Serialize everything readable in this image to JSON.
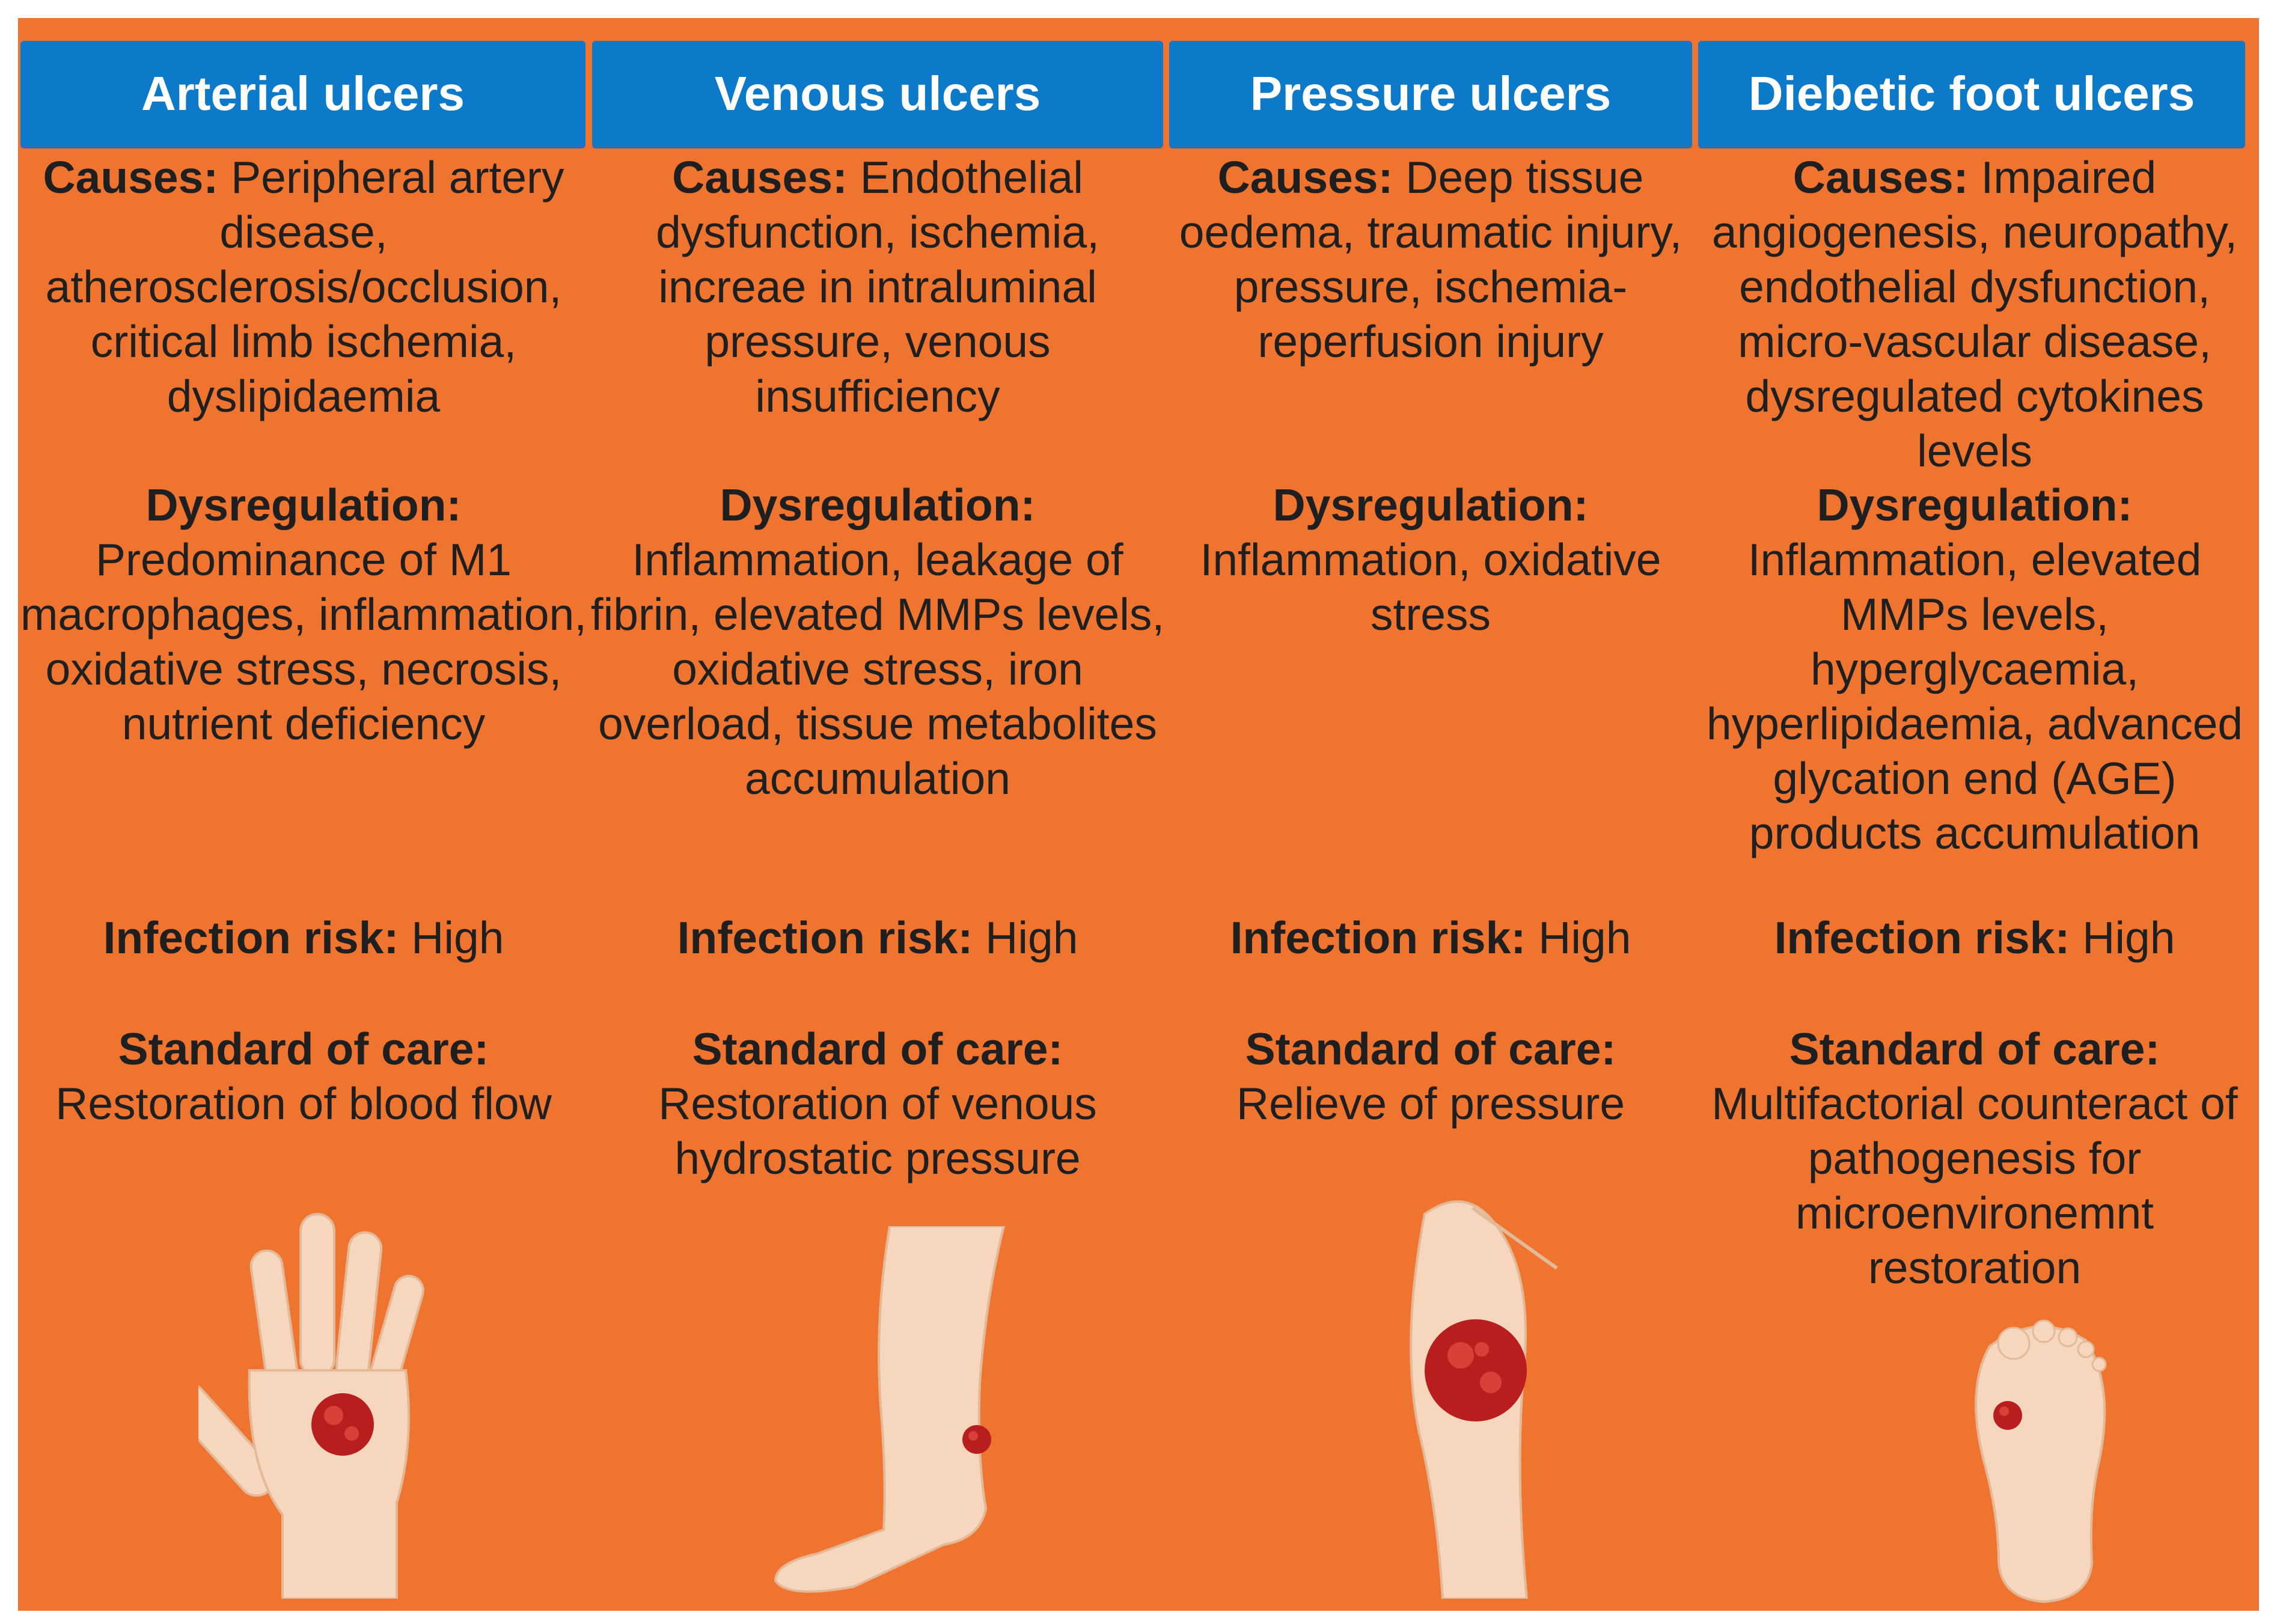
{
  "columns": [
    {
      "title": "Arterial ulcers",
      "causes_label": "Causes:",
      "causes_text": "Peripheral artery disease, atherosclerosis/occlusion, critical limb ischemia, dyslipidaemia",
      "dysregulation_label": "Dysregulation:",
      "dysregulation_text": "Predominance of M1 macrophages, inflammation, oxidative stress, necrosis, nutrient deficiency",
      "infection_label": "Infection risk:",
      "infection_value": "High",
      "care_label": "Standard of care:",
      "care_text": "Restoration of blood flow",
      "illustration": "hand-with-ulcer"
    },
    {
      "title": "Venous ulcers",
      "causes_label": "Causes:",
      "causes_text": "Endothelial dysfunction, ischemia, increae in intraluminal pressure, venous insufficiency",
      "dysregulation_label": "Dysregulation:",
      "dysregulation_text": "Inflammation, leakage of fibrin, elevated MMPs levels, oxidative stress, iron overload, tissue metabolites accumulation",
      "infection_label": "Infection risk:",
      "infection_value": "High",
      "care_label": "Standard of care:",
      "care_text": "Restoration of venous hydrostatic pressure",
      "illustration": "leg-with-ulcer"
    },
    {
      "title": "Pressure ulcers",
      "causes_label": "Causes:",
      "causes_text": "Deep tissue oedema, traumatic injury, pressure, ischemia-reperfusion injury",
      "dysregulation_label": "Dysregulation:",
      "dysregulation_text": "Inflammation, oxidative stress",
      "infection_label": "Infection risk:",
      "infection_value": "High",
      "care_label": "Standard of care:",
      "care_text": "Relieve of pressure",
      "illustration": "limb-with-pressure-ulcer"
    },
    {
      "title": "Diebetic foot ulcers",
      "causes_label": "Causes:",
      "causes_text": "Impaired angiogenesis, neuropathy, endothelial dysfunction, micro-vascular disease, dysregulated cytokines levels",
      "dysregulation_label": "Dysregulation:",
      "dysregulation_text": "Inflammation, elevated MMPs levels, hyperglycaemia, hyperlipidaemia, advanced glycation end (AGE) products accumulation",
      "infection_label": "Infection risk:",
      "infection_value": "High",
      "care_label": "Standard of care:",
      "care_text": "Multifactorial counteract of pathogenesis for microenvironemnt restoration",
      "illustration": "foot-sole-with-ulcer"
    }
  ],
  "colors": {
    "background": "#EE7430",
    "header": "#0C7AC8",
    "header_text": "#FFFFFF",
    "body_text": "#1F1F1F",
    "skin": "#F6D7BE",
    "ulcer": "#B81E1E"
  }
}
